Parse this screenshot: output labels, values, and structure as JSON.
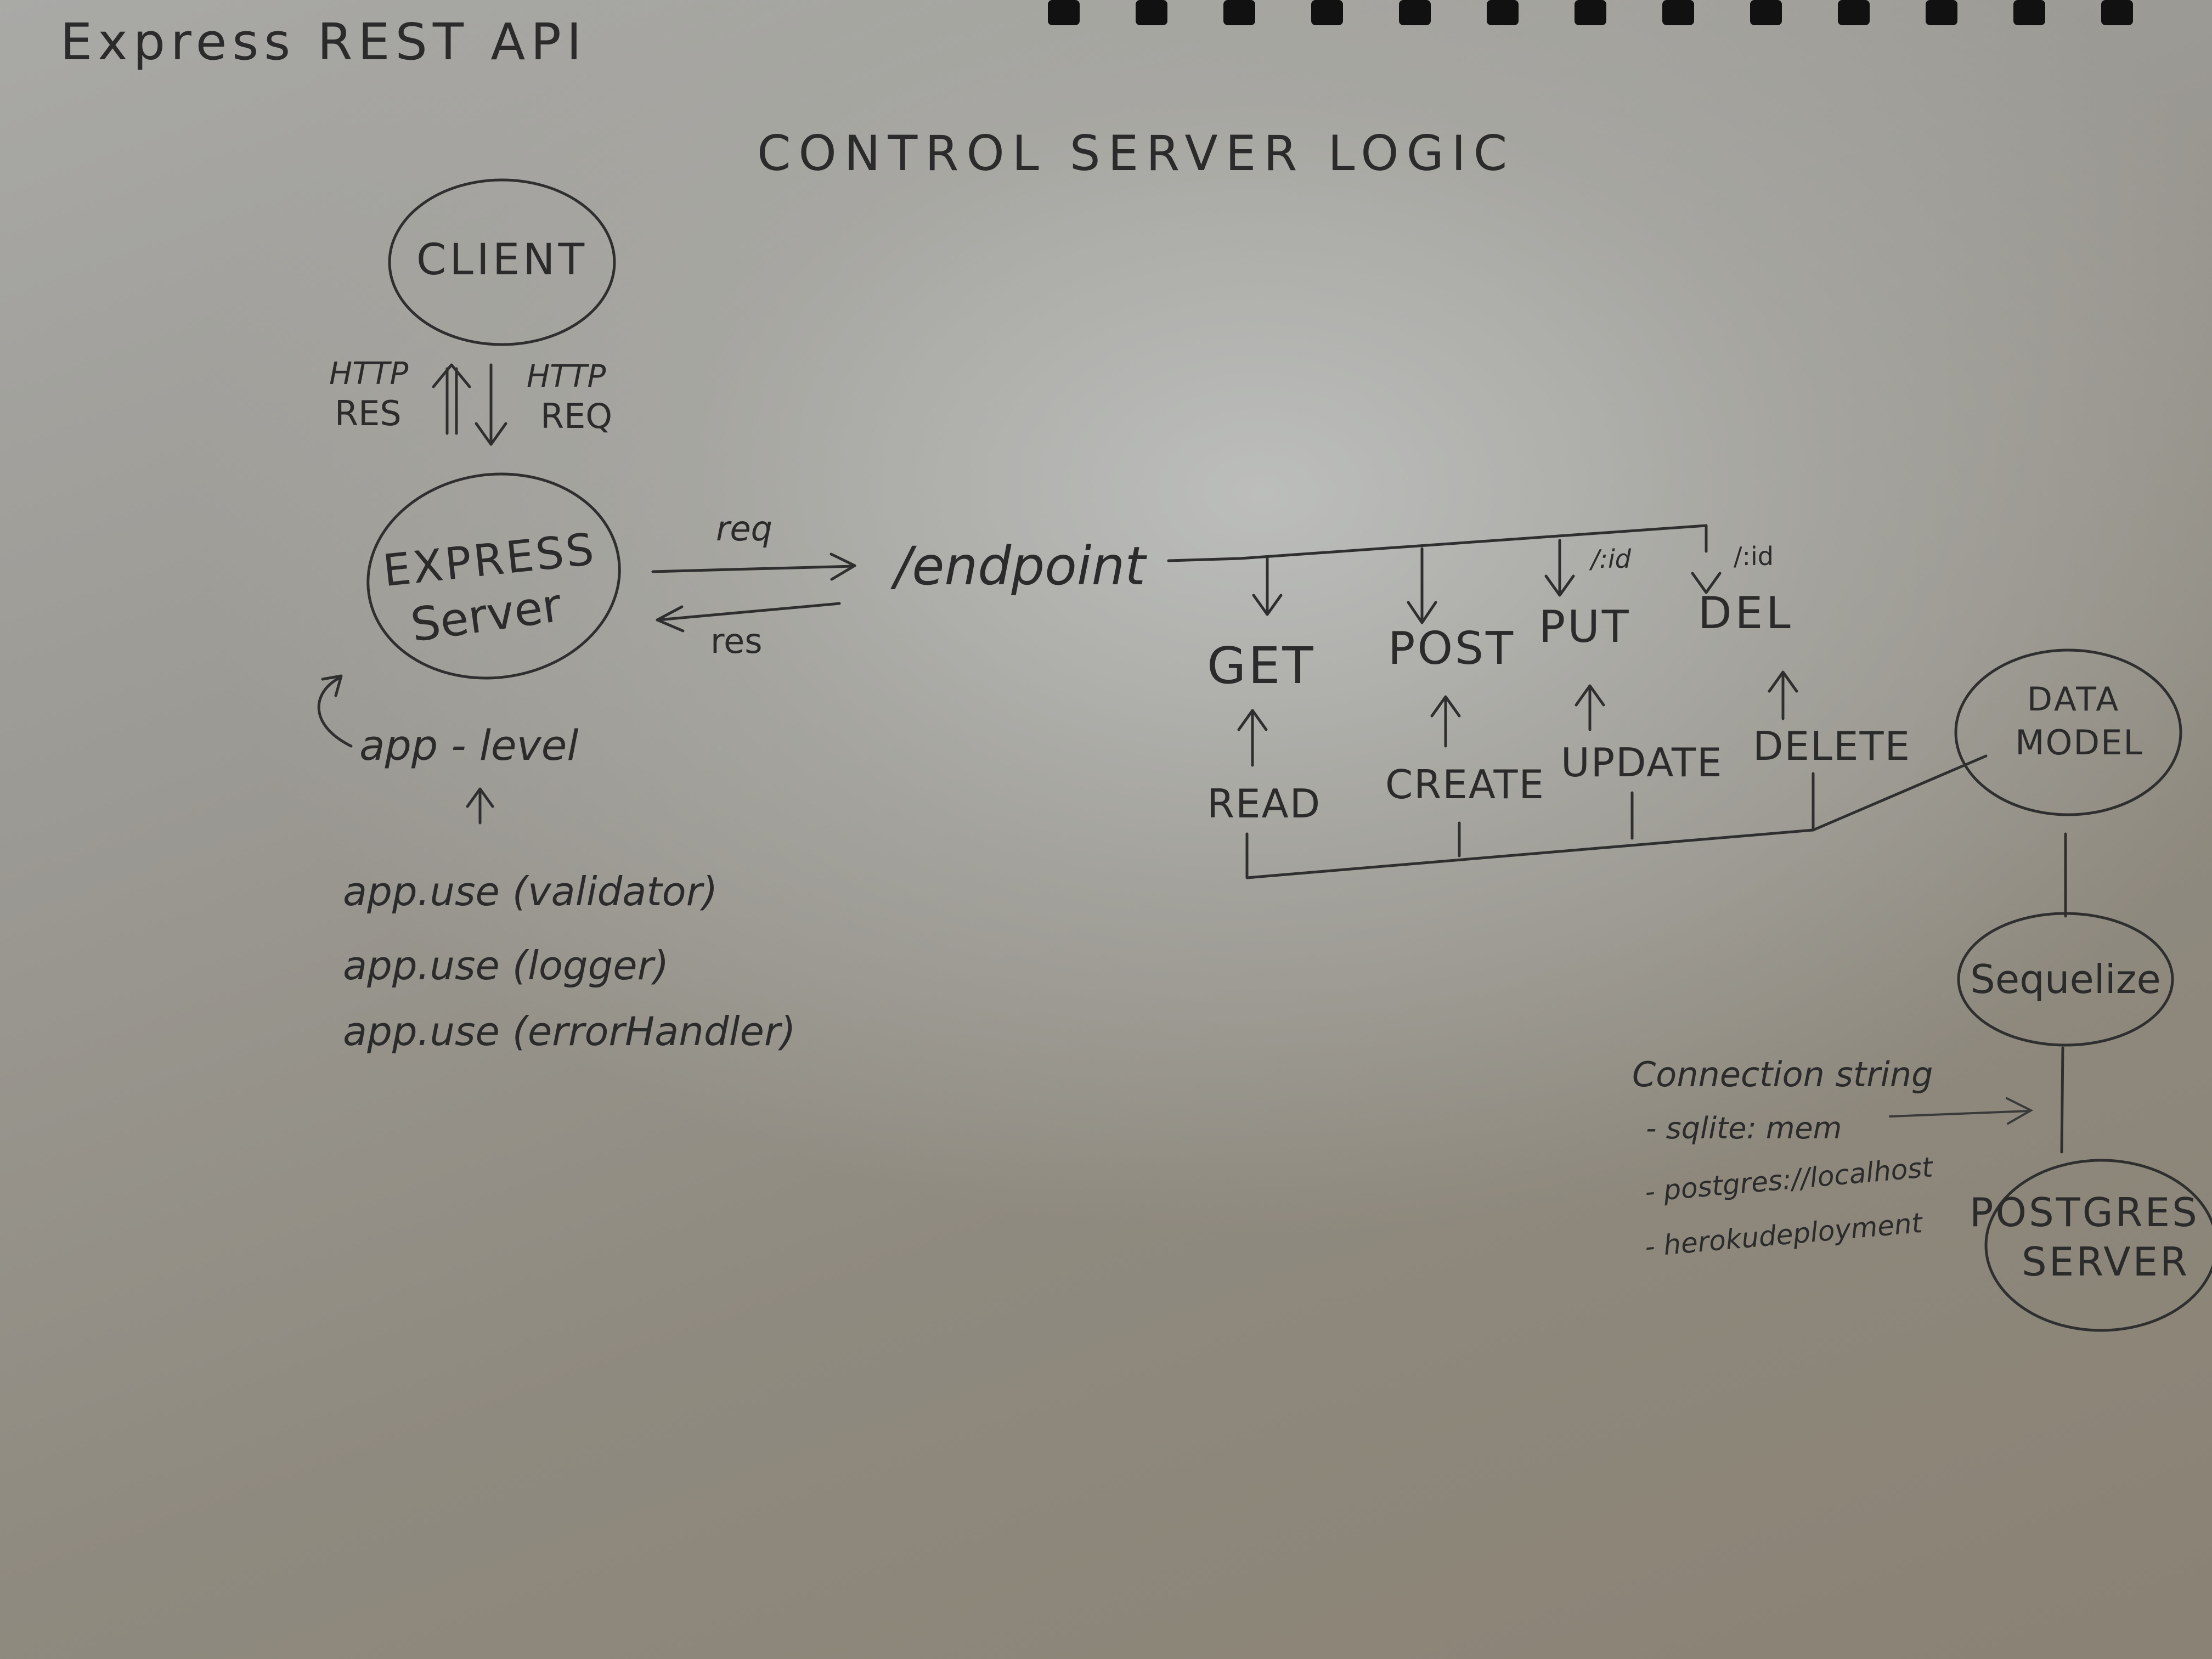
{
  "title": "Express REST API",
  "heading": "CONTROL SERVER LOGIC",
  "client": "CLIENT",
  "http_res": [
    "HTTP",
    "RES"
  ],
  "http_req": [
    "HTTP",
    "REQ"
  ],
  "express": [
    "EXPRESS",
    "Server"
  ],
  "req_label": "req",
  "res_label": "res",
  "endpoint": "/endpoint",
  "id_label_put": "/:id",
  "id_label_del": "/:id",
  "methods": [
    "GET",
    "POST",
    "PUT",
    "DEL"
  ],
  "crud": [
    "READ",
    "CREATE",
    "UPDATE",
    "DELETE"
  ],
  "app_level": "app - level",
  "middleware": [
    "app.use (validator)",
    "app.use (logger)",
    "app.use (errorHandler)"
  ],
  "data_model": [
    "DATA",
    "MODEL"
  ],
  "sequelize": "Sequelize",
  "postgres": [
    "POSTGRES",
    "SERVER"
  ],
  "connection_title": "Connection string",
  "connection_items": [
    "- sqlite: mem",
    "- postgres://localhost",
    "- herokudeployment"
  ]
}
